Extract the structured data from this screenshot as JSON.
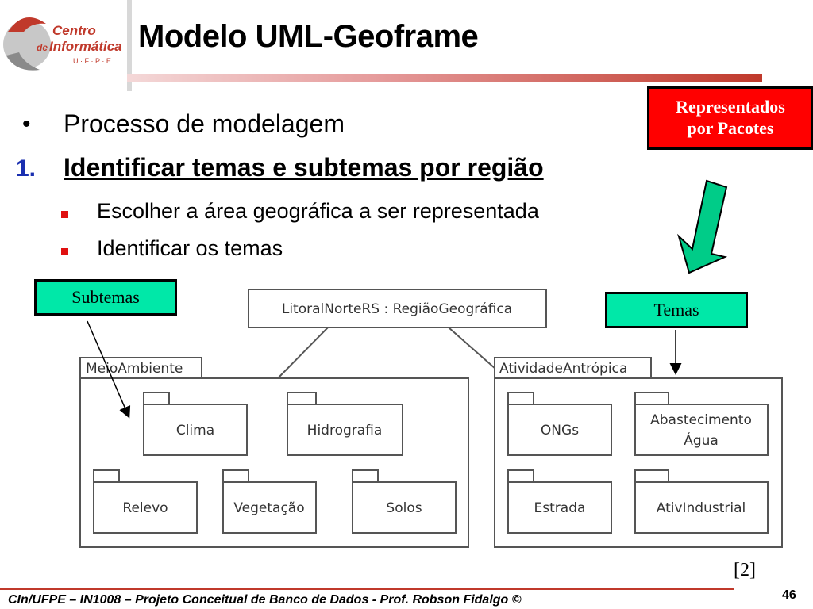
{
  "logo": {
    "line1": "Centro",
    "line2_prefix": "de",
    "line2": "Informática",
    "line3": "U · F · P · E"
  },
  "title": "Modelo UML-Geoframe",
  "bullet": {
    "symbol": "•",
    "text": "Processo de modelagem"
  },
  "step": {
    "number": "1.",
    "text": "Identificar temas e subtemas por região"
  },
  "subitems": [
    "Escolher a área geográfica a ser representada",
    "Identificar os temas"
  ],
  "callouts": {
    "packages_line1": "Representados",
    "packages_line2": "por Pacotes",
    "subtemas": "Subtemas",
    "temas": "Temas"
  },
  "diagram": {
    "root": "LitoralNorteRS : RegiãoGeográfica",
    "package_left": {
      "name": "MeioAmbiente",
      "classes": [
        "Clima",
        "Hidrografia",
        "Relevo",
        "Vegetação",
        "Solos"
      ]
    },
    "package_right": {
      "name": "AtividadeAntrópica",
      "classes": [
        "ONGs",
        "Abastecimento",
        "Água",
        "Estrada",
        "AtivIndustrial"
      ]
    }
  },
  "reference": "[2]",
  "footer": "CIn/UFPE – IN1008 – Projeto Conceitual de Banco de Dados - Prof. Robson Fidalgo ©",
  "page_number": "46",
  "colors": {
    "accent_red": "#ff0000",
    "callout_green": "#00e8a8",
    "arrow_green": "#00cc88",
    "number_blue": "#1a2fb0"
  }
}
